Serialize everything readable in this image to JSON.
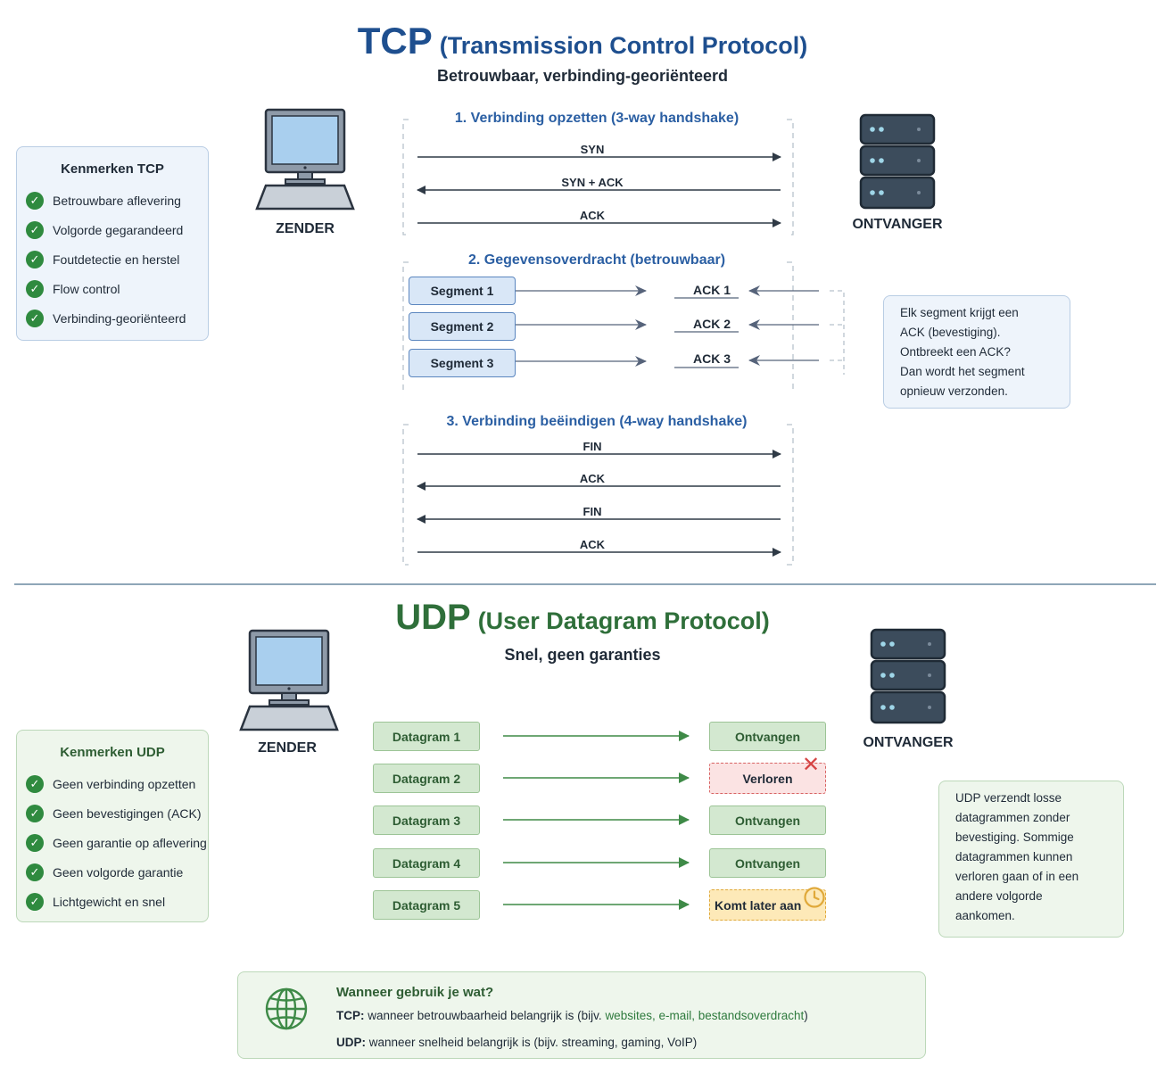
{
  "tcp": {
    "title_main": "TCP",
    "title_rest": "(Transmission Control Protocol)",
    "subtitle": "Betrouwbaar, verbinding-georiënteerd",
    "features_title": "Kenmerken TCP",
    "features": [
      "Betrouwbare aflevering",
      "Volgorde gegarandeerd",
      "Foutdetectie en herstel",
      "Flow control",
      "Verbinding-georiënteerd"
    ],
    "sender_label": "ZENDER",
    "receiver_label": "ONTVANGER",
    "handshake_title": "1. Verbinding opzetten (3-way handshake)",
    "handshake": [
      "SYN",
      "SYN + ACK",
      "ACK"
    ],
    "transfer_title": "2. Gegevensoverdracht (betrouwbaar)",
    "segments": [
      "Segment 1",
      "Segment 2",
      "Segment 3"
    ],
    "acks": [
      "ACK 1",
      "ACK 2",
      "ACK 3"
    ],
    "close_title": "3. Verbinding beëindigen (4-way handshake)",
    "close": [
      "FIN",
      "ACK",
      "FIN",
      "ACK"
    ],
    "note": [
      "Elk segment krijgt een",
      "ACK (bevestiging).",
      "Ontbreekt een ACK?",
      "Dan wordt het segment",
      "opnieuw verzonden."
    ]
  },
  "udp": {
    "title_main": "UDP",
    "title_rest": "(User Datagram Protocol)",
    "subtitle": "Snel, geen garanties",
    "features_title": "Kenmerken UDP",
    "features": [
      "Geen verbinding opzetten",
      "Geen bevestigingen (ACK)",
      "Geen garantie op aflevering",
      "Geen volgorde garantie",
      "Lichtgewicht en snel"
    ],
    "sender_label": "ZENDER",
    "receiver_label": "ONTVANGER",
    "datagrams": [
      "Datagram 1",
      "Datagram 2",
      "Datagram 3",
      "Datagram 4",
      "Datagram 5"
    ],
    "results": [
      "Ontvangen",
      "Verloren",
      "Ontvangen",
      "Ontvangen",
      "Komt later aan"
    ],
    "note": [
      "UDP verzendt losse",
      "datagrammen zonder",
      "bevestiging. Sommige",
      "datagrammen kunnen",
      "verloren gaan of in een",
      "andere volgorde",
      "aankomen."
    ]
  },
  "usage": {
    "title": "Wanneer gebruik je wat?",
    "tcp_label": "TCP:",
    "tcp_text": "wanneer betrouwbaarheid belangrijk is (bijv.",
    "tcp_examples": "websites, e-mail, bestandsoverdracht",
    "tcp_close": ")",
    "udp_label": "UDP:",
    "udp_text": "wanneer snelheid belangrijk is (bijv. streaming, gaming, VoIP)"
  },
  "colors": {
    "tcp_accent": "#1e4f8f",
    "udp_accent": "#2f6f3a",
    "lost": "#d86464",
    "late": "#e0a93a"
  },
  "icons": {
    "sender": "computer-icon",
    "receiver": "server-icon",
    "check": "checkmark-icon",
    "lost": "x-mark-icon",
    "late": "clock-icon",
    "usage": "globe-icon"
  }
}
